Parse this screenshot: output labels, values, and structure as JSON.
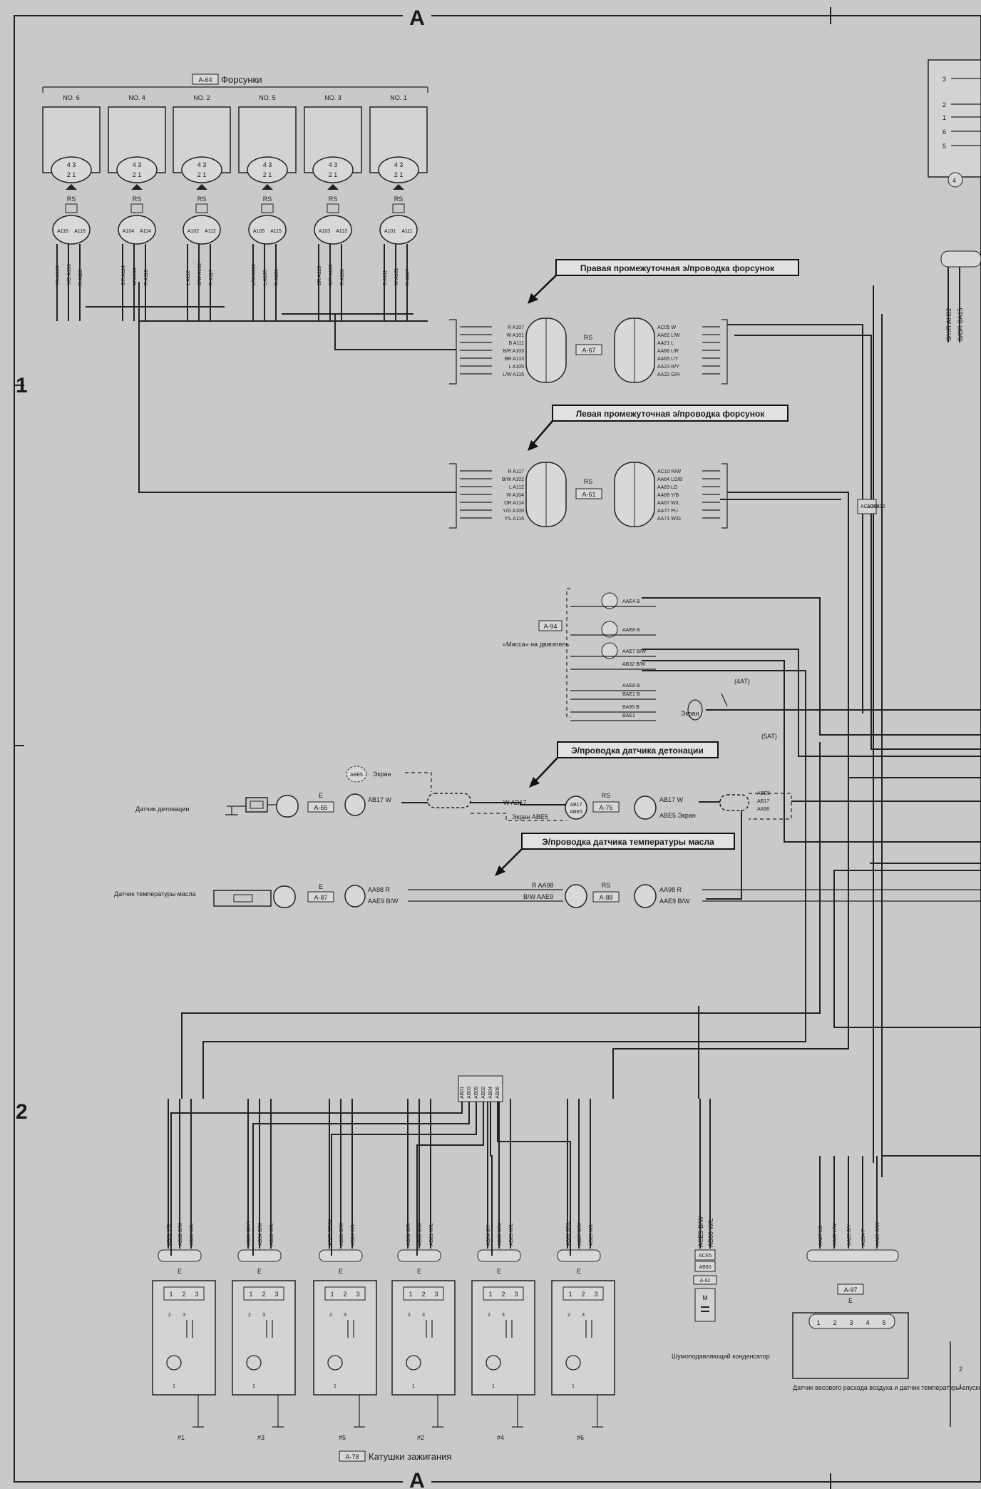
{
  "border": {
    "zone_top": "A",
    "zone_bottom": "A",
    "row_1": "1",
    "row_2": "2"
  },
  "injectors": {
    "connector": "A-64",
    "title": "Форсунки",
    "units": [
      {
        "label": "NO. 6",
        "rs": "RS",
        "pins_top": "4 3",
        "pins_bot": "2 1",
        "conn_a": "A118",
        "conn_b": "A116",
        "wires": [
          "Y/L A116",
          "Y/G A106",
          "R A119"
        ]
      },
      {
        "label": "NO. 4",
        "rs": "RS",
        "pins_top": "4 3",
        "pins_bot": "2 1",
        "conn_a": "A114",
        "conn_b": "A104",
        "wires": [
          "OR A114",
          "W A104",
          "R A118"
        ]
      },
      {
        "label": "NO. 2",
        "rs": "RS",
        "pins_top": "4 3",
        "pins_bot": "2 1",
        "conn_a": "A112",
        "conn_b": "A102",
        "wires": [
          "L A112",
          "B/W A102",
          "R A117"
        ]
      },
      {
        "label": "NO. 5",
        "rs": "RS",
        "pins_top": "4 3",
        "pins_bot": "2 1",
        "conn_a": "A115",
        "conn_b": "A105",
        "wires": [
          "L/W A115",
          "L A105",
          "R A109"
        ]
      },
      {
        "label": "NO. 3",
        "rs": "RS",
        "pins_top": "4 3",
        "pins_bot": "2 1",
        "conn_a": "A113",
        "conn_b": "A103",
        "wires": [
          "BR A113",
          "B/R A103",
          "R A108"
        ]
      },
      {
        "label": "NO. 1",
        "rs": "RS",
        "pins_top": "4 3",
        "pins_bot": "2 1",
        "conn_a": "A111",
        "conn_b": "A101",
        "wires": [
          "B A111",
          "W A101",
          "R A107"
        ]
      }
    ]
  },
  "callouts": {
    "right_injector_harness": "Правая промежуточная э/проводка форсунок",
    "left_injector_harness": "Левая промежуточная э/проводка форсунок",
    "knock_harness": "Э/проводка датчика детонации",
    "oil_temp_harness": "Э/проводка датчика температуры масла"
  },
  "right_joint": {
    "rs": "RS",
    "connector": "A-67",
    "left_wires": [
      "R A107",
      "W A101",
      "B A111",
      "B/R A103",
      "BR A113",
      "L A105",
      "L/W A115"
    ],
    "right_wires": [
      "AC05 W",
      "AA62 L/W",
      "AA21 L",
      "AA66 L/R",
      "AA65 L/Y",
      "AA23 R/Y",
      "AA22 G/R"
    ]
  },
  "left_joint": {
    "rs": "RS",
    "connector": "A-61",
    "left_wires": [
      "R A117",
      "B/W A102",
      "L A112",
      "W A104",
      "OR A114",
      "Y/G A106",
      "Y/L A116"
    ],
    "right_wires": [
      "AC10 R/W",
      "AA64 LG/B",
      "AA63 LG",
      "AA68 Y/B",
      "AA67 W/L",
      "AA77 PU",
      "AA71 W/G"
    ]
  },
  "ground": {
    "connector": "A-94",
    "label": "«Масса» на двигатель",
    "items": [
      "AAE4 B",
      "AAE8 B",
      "AAE7 B/W",
      "AB32 B/W",
      "AAE8 B",
      "BAE1 B",
      "BA95 B",
      "BAE1"
    ],
    "screen": "Экран",
    "opt_4at": "(4AT)",
    "opt_5at": "(5AT)"
  },
  "knock": {
    "sensor": "Датчик детонации",
    "e": "E",
    "connector": "A-65",
    "pin": "AB17 W",
    "abe5": "ABE5",
    "screen": "Экран",
    "mid_w": "W AB17",
    "mid_screen": "Экран ABE5",
    "rs": "RS",
    "joint": "A-76",
    "out_w": "AB17 W",
    "out_screen": "ABE5 Экран",
    "right_labels": [
      "ABE5",
      "AB17",
      "AA98"
    ]
  },
  "oil": {
    "sensor": "Датчик температуры масла",
    "e": "E",
    "connector": "A-87",
    "pin_r": "AA98 R",
    "pin_bw": "AAE9 B/W",
    "mid_r": "R AA98",
    "mid_bw": "B/W AAE9",
    "rs": "RS",
    "joint": "A-88",
    "out_r": "AA98 R",
    "out_bw": "AAE9 B/W"
  },
  "coils": {
    "connector": "A-78",
    "title": "Катушки зажигания",
    "e": "E",
    "pins": [
      "1",
      "2",
      "3"
    ],
    "units": [
      {
        "num": "#1",
        "wires": [
          "AB01 Y/R",
          "AB32 B/W",
          "AB20 W/L"
        ]
      },
      {
        "num": "#3",
        "wires": [
          "AB03 BR/Y",
          "AB34 B/W",
          "AB22 W/L"
        ]
      },
      {
        "num": "#5",
        "wires": [
          "AB05 BR/W",
          "AB36 B/W",
          "AB24 W/L"
        ]
      },
      {
        "num": "#2",
        "wires": [
          "AB02 G/R",
          "AB33 B/W",
          "AB21 W/L"
        ]
      },
      {
        "num": "#4",
        "wires": [
          "AB04 GY",
          "AB35 B/W",
          "AB23 W/L"
        ]
      },
      {
        "num": "#6",
        "wires": [
          "AB06 BR/L",
          "AB37 B/W",
          "AB25 W/L"
        ]
      }
    ],
    "bundle": [
      "AB01",
      "AB03",
      "AB05",
      "AB02",
      "AB04",
      "AB06"
    ]
  },
  "condenser": {
    "wires": [
      "ACE5 B/W",
      "AB60 W/L"
    ],
    "connector": "A-92",
    "m": "M",
    "label": "Шумоподавляющий конденсатор"
  },
  "maf": {
    "connector": "A-97",
    "e": "E",
    "wires": [
      "AA27 LG",
      "AA48 L/W",
      "AA26 B/Y",
      "AC04 P",
      "AA29 G/W"
    ],
    "pins": [
      "1",
      "2",
      "3",
      "4",
      "5"
    ],
    "label": "Датчик весового расхода воздуха и датчик температуры впускного воздуха"
  },
  "right_edge": {
    "pins": [
      "3",
      "2",
      "1",
      "6",
      "5"
    ],
    "pin4": "4",
    "wire_labels": [
      "GY/R AH02",
      "B/OR BA15"
    ],
    "bottom_pins": [
      "2",
      "1"
    ],
    "bundle": [
      "AC10",
      "AC05",
      "AH02"
    ]
  }
}
